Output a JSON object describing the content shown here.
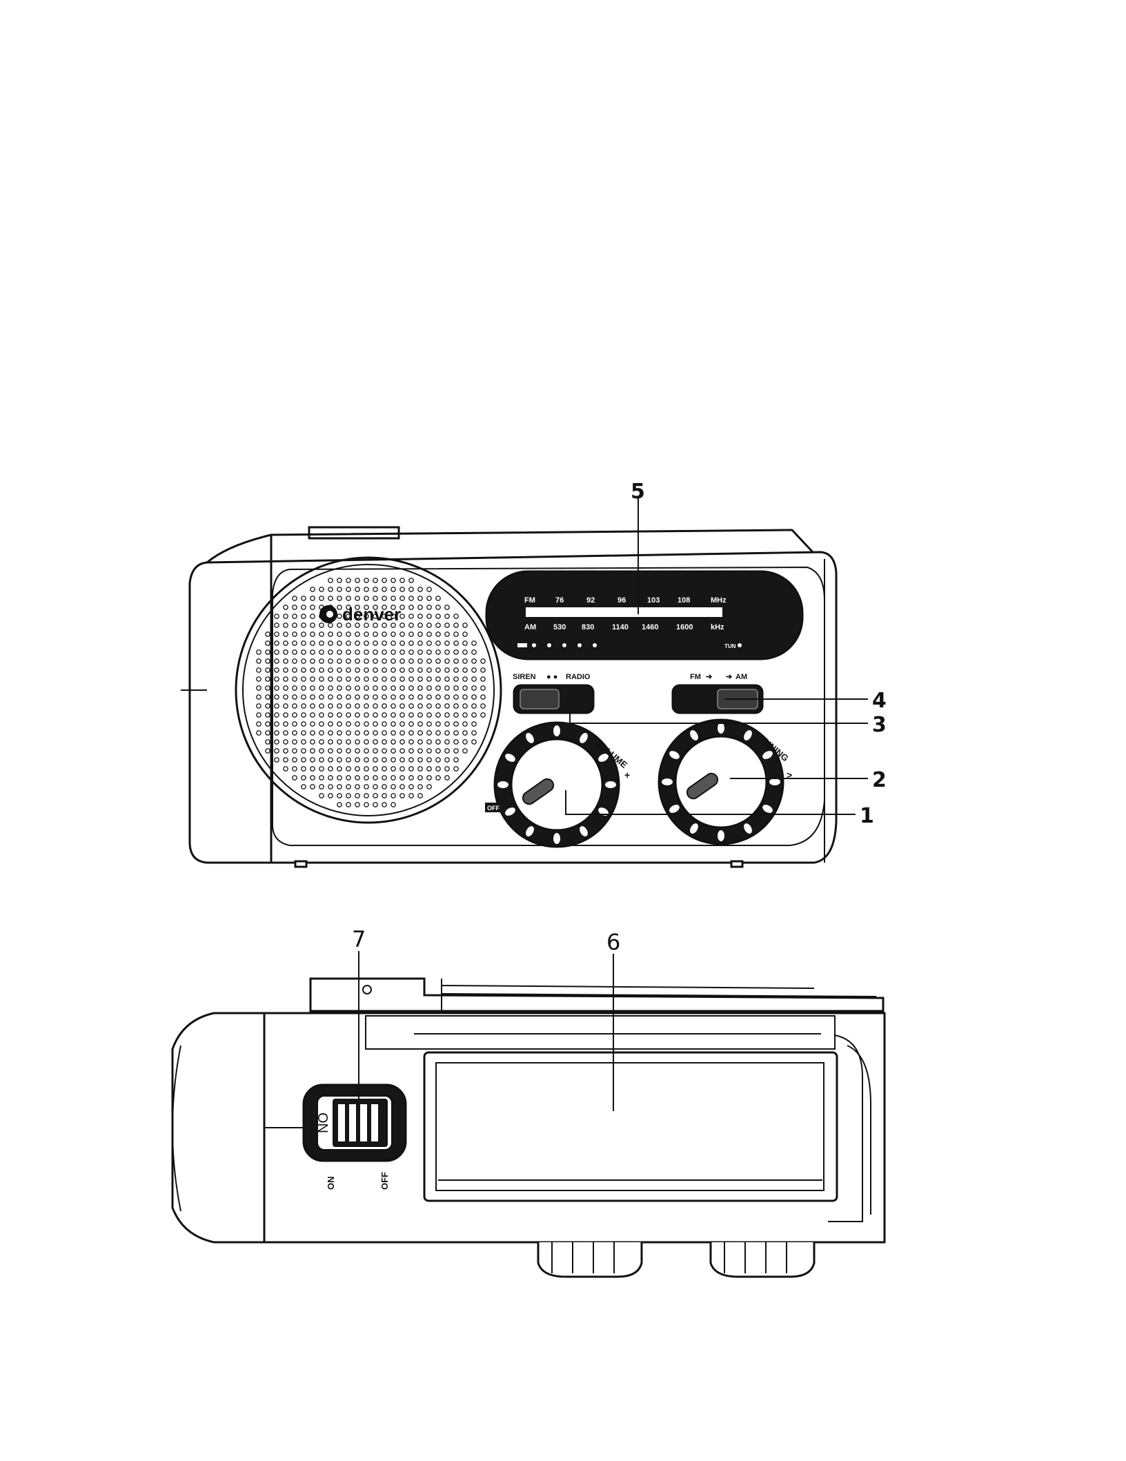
{
  "callouts": [
    {
      "id": "1",
      "label": "1"
    },
    {
      "id": "2",
      "label": "2"
    },
    {
      "id": "3",
      "label": "3"
    },
    {
      "id": "4",
      "label": "4"
    },
    {
      "id": "5",
      "label": "5"
    },
    {
      "id": "6",
      "label": "6"
    },
    {
      "id": "7",
      "label": "7"
    }
  ],
  "brand": "denver",
  "dial": {
    "fm_label": "FM",
    "fm_scale": [
      "76",
      "92",
      "96",
      "103",
      "108"
    ],
    "fm_unit": "MHz",
    "am_label": "AM",
    "am_scale": [
      "530",
      "830",
      "1140",
      "1460",
      "1600"
    ],
    "am_unit": "kHz",
    "tune_label": "TUN"
  },
  "switch_mode": {
    "left": "SIREN",
    "right": "RADIO"
  },
  "switch_band": {
    "left": "FM",
    "right": "AM"
  },
  "knob_volume": {
    "label": "VOLUME",
    "plus": "+",
    "off": "OFF"
  },
  "knob_tuning": {
    "label": "TUNING",
    "plus": ">"
  },
  "power_switch": {
    "on_label": "ON",
    "on_pos": "ON",
    "off_pos": "OFF"
  }
}
